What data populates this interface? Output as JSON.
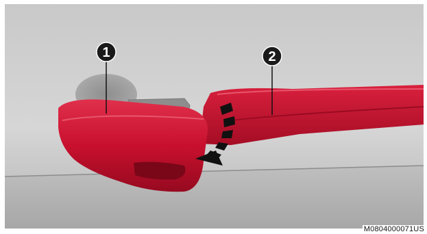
{
  "figure": {
    "image_code": "M0804000071US",
    "callouts": [
      {
        "label": "1"
      },
      {
        "label": "2"
      }
    ]
  },
  "colors": {
    "background_light": "#d2d2d2",
    "background_dark": "#a9a9a9",
    "floor": "#b9b9b9",
    "part_red": "#c8102e",
    "part_red_dark": "#8a0a1c",
    "part_red_light": "#e23a55",
    "arrow": "#111111",
    "callout_fill": "#1a1a1a"
  },
  "icons": {
    "rotation_arrow": "curved-arrow-icon"
  }
}
